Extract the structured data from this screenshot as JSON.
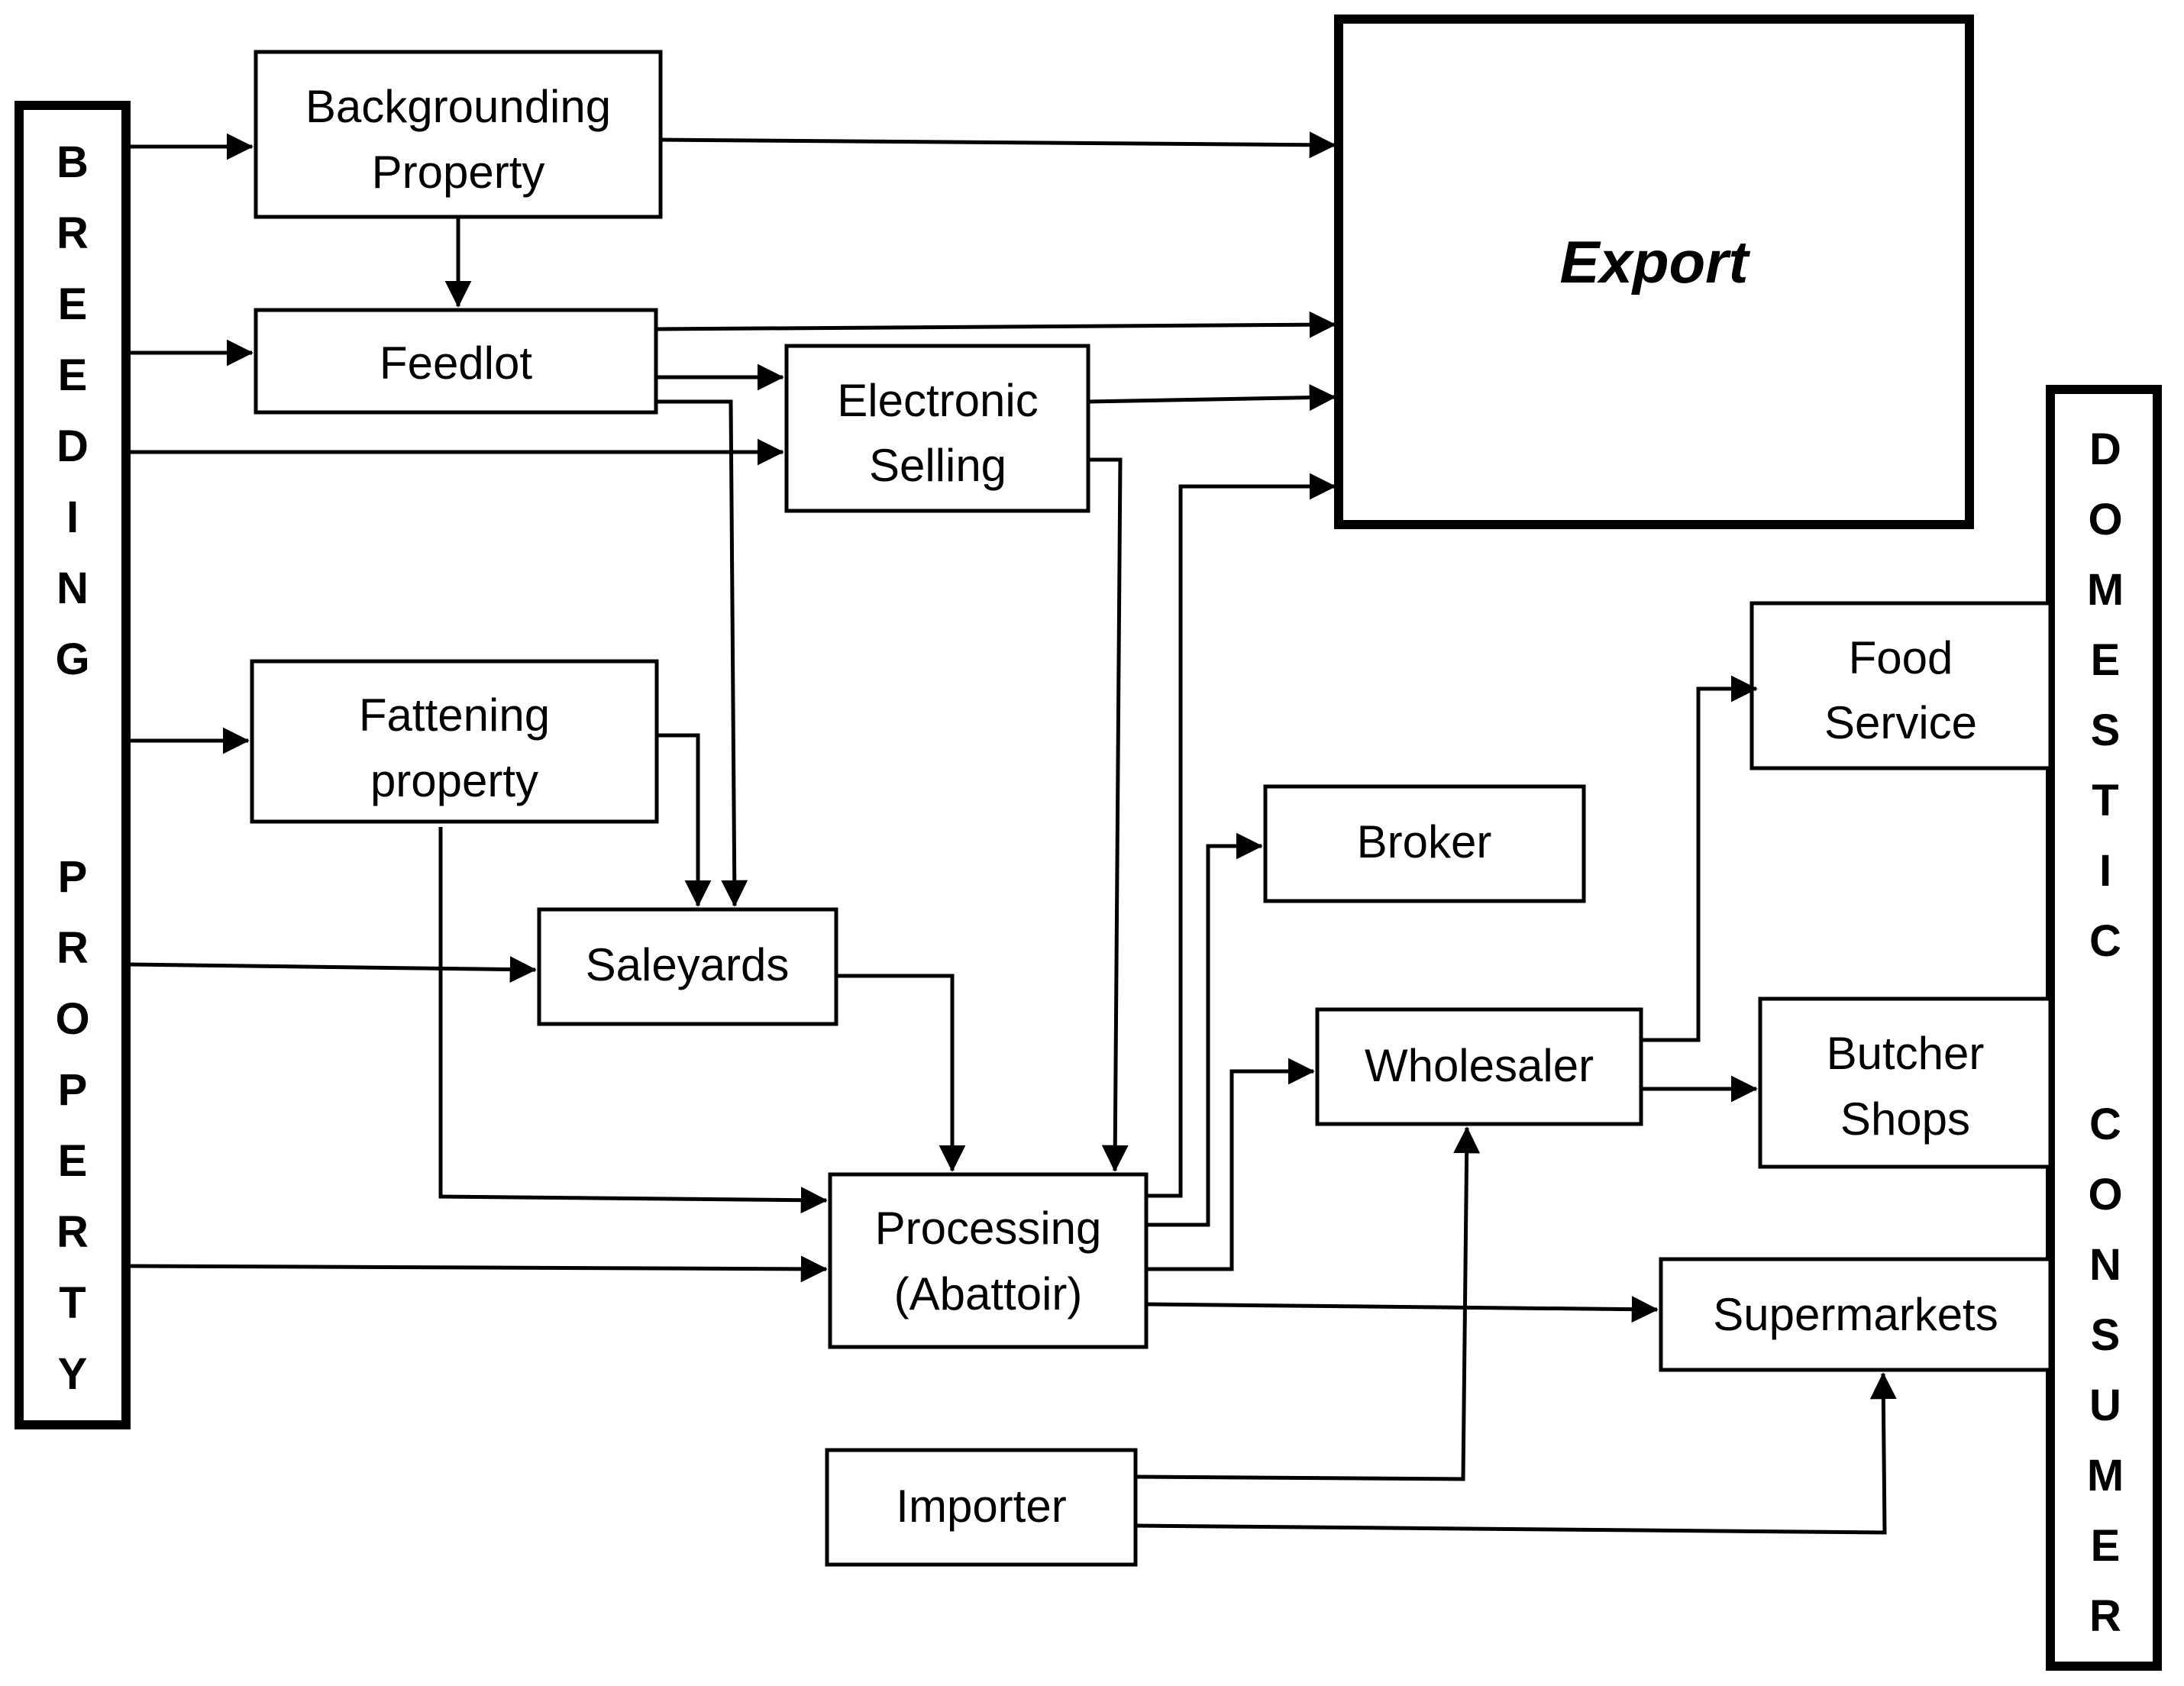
{
  "breeding_property": {
    "letters": [
      "B",
      "R",
      "E",
      "E",
      "D",
      "I",
      "N",
      "G",
      "P",
      "R",
      "O",
      "P",
      "E",
      "R",
      "T",
      "Y"
    ]
  },
  "domestic_consumer": {
    "letters": [
      "D",
      "O",
      "M",
      "E",
      "S",
      "T",
      "I",
      "C",
      "C",
      "O",
      "N",
      "S",
      "U",
      "M",
      "E",
      "R"
    ]
  },
  "export": {
    "label": "Export"
  },
  "nodes": {
    "backgrounding": {
      "line1": "Backgrounding",
      "line2": "Property"
    },
    "feedlot": {
      "label": "Feedlot"
    },
    "electronic_selling": {
      "line1": "Electronic",
      "line2": "Selling"
    },
    "fattening": {
      "line1": "Fattening",
      "line2": "property"
    },
    "saleyards": {
      "label": "Saleyards"
    },
    "broker": {
      "label": "Broker"
    },
    "processing": {
      "line1": "Processing",
      "line2": "(Abattoir)"
    },
    "wholesaler": {
      "label": "Wholesaler"
    },
    "food_service": {
      "line1": "Food",
      "line2": "Service"
    },
    "butcher_shops": {
      "line1": "Butcher",
      "line2": "Shops"
    },
    "supermarkets": {
      "label": "Supermarkets"
    },
    "importer": {
      "label": "Importer"
    }
  }
}
